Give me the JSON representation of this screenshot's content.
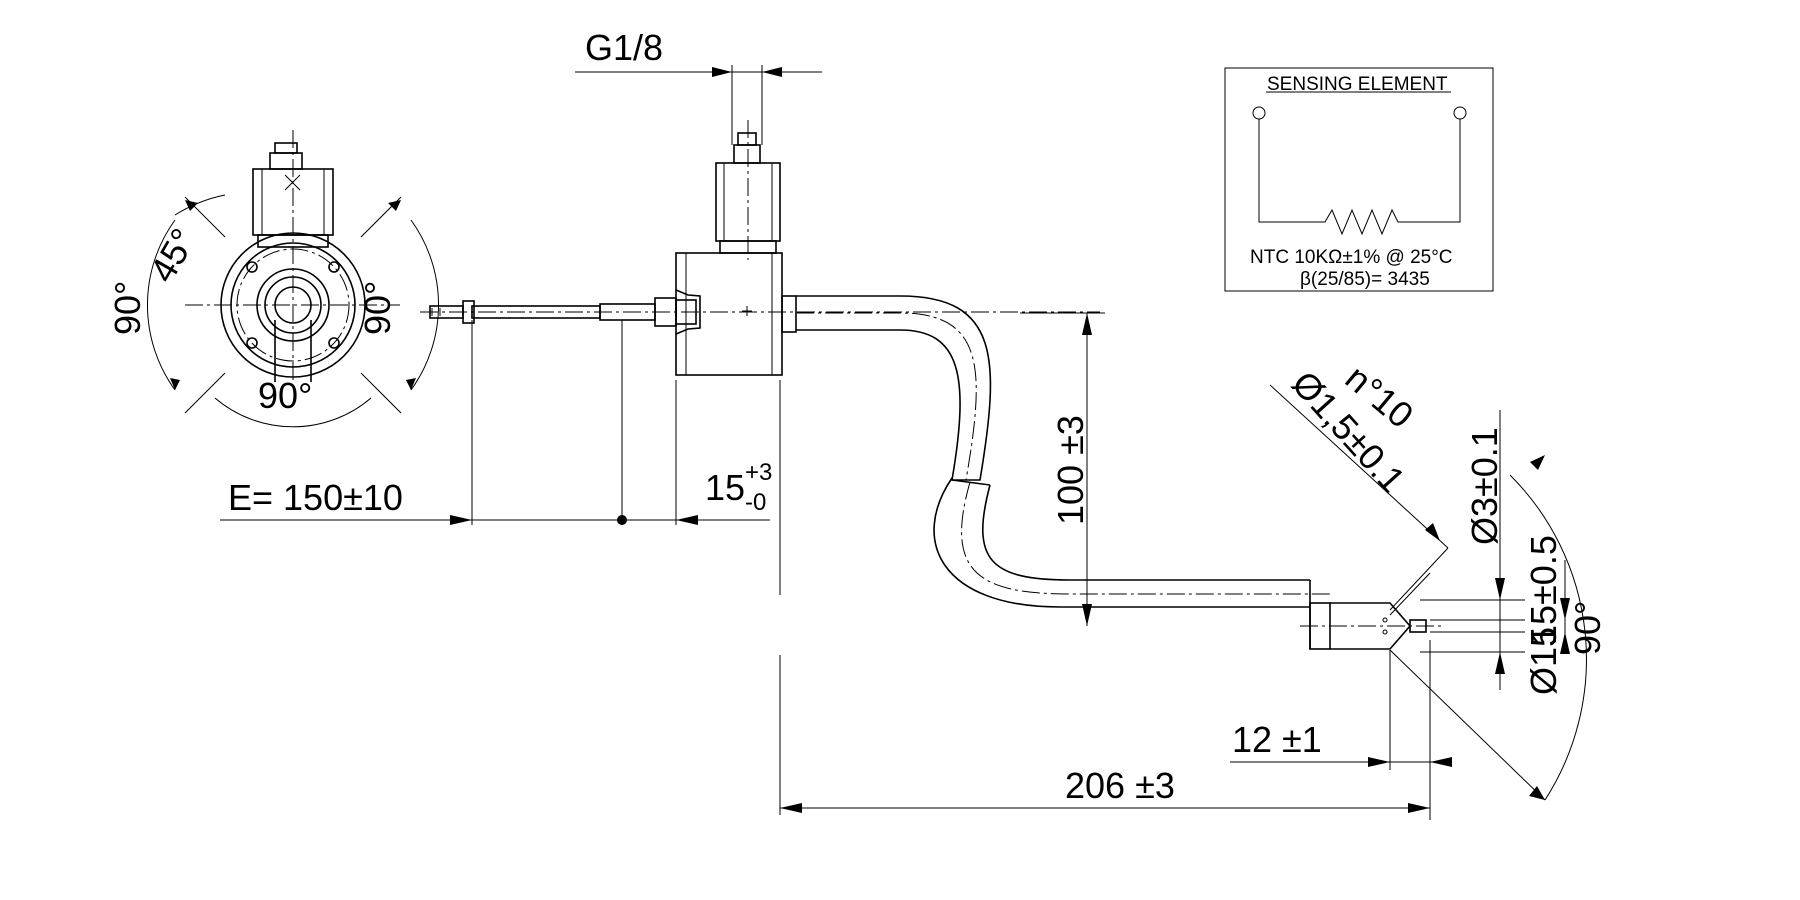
{
  "dimensions": {
    "thread": "G1/8",
    "angle_45": "45°",
    "angle_90_left": "90°",
    "angle_90_right": "90°",
    "angle_90_bottom": "90°",
    "cable_length": "E= 150±10",
    "offset_base": "15",
    "offset_sup": "+3",
    "offset_sub": "-0",
    "height": "100 ±3",
    "holes": "n°10",
    "hole_diameter": "Ø1,5±0.1",
    "tip_diameter": "Ø3±0.1",
    "tube_offset": "15±0.5",
    "tube_diameter": "Ø15",
    "tip_angle": "90°",
    "tip_length": "12 ±1",
    "total_length": "206 ±3"
  },
  "sensing_element": {
    "title": "SENSING ELEMENT",
    "spec_line1": "NTC 10KΩ±1% @ 25°C",
    "spec_line2": "β(25/85)= 3435"
  }
}
